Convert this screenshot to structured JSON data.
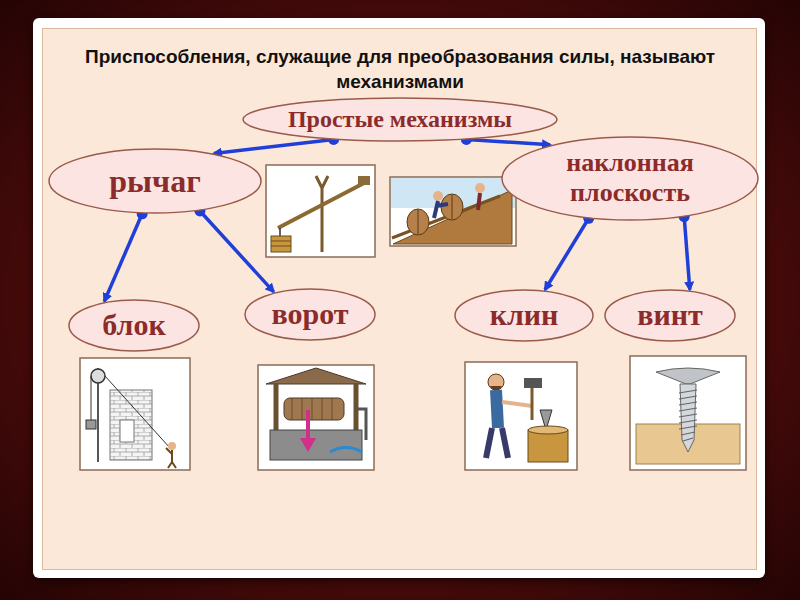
{
  "diagram": {
    "title": "Приспособления, служащие для преобразования силы, называют механизмами",
    "nodes": [
      {
        "text": [
          "Простые механизмы"
        ]
      },
      {
        "text": [
          "рычаг"
        ]
      },
      {
        "text": [
          "наклонная плоскость"
        ]
      },
      {
        "text": [
          "блок"
        ]
      },
      {
        "text": [
          "ворот"
        ]
      },
      {
        "text": [
          "клин"
        ]
      },
      {
        "text": [
          "винт"
        ]
      }
    ],
    "edges": [
      {
        "from": 0,
        "to": 1,
        "arrow": "to"
      },
      {
        "from": 0,
        "to": 2,
        "arrow": "to"
      },
      {
        "from": 1,
        "to": 3,
        "arrow": "to"
      },
      {
        "from": 1,
        "to": 4,
        "arrow": "to"
      },
      {
        "from": 2,
        "to": 5,
        "arrow": "to"
      },
      {
        "from": 2,
        "to": 6,
        "arrow": "to"
      }
    ]
  }
}
